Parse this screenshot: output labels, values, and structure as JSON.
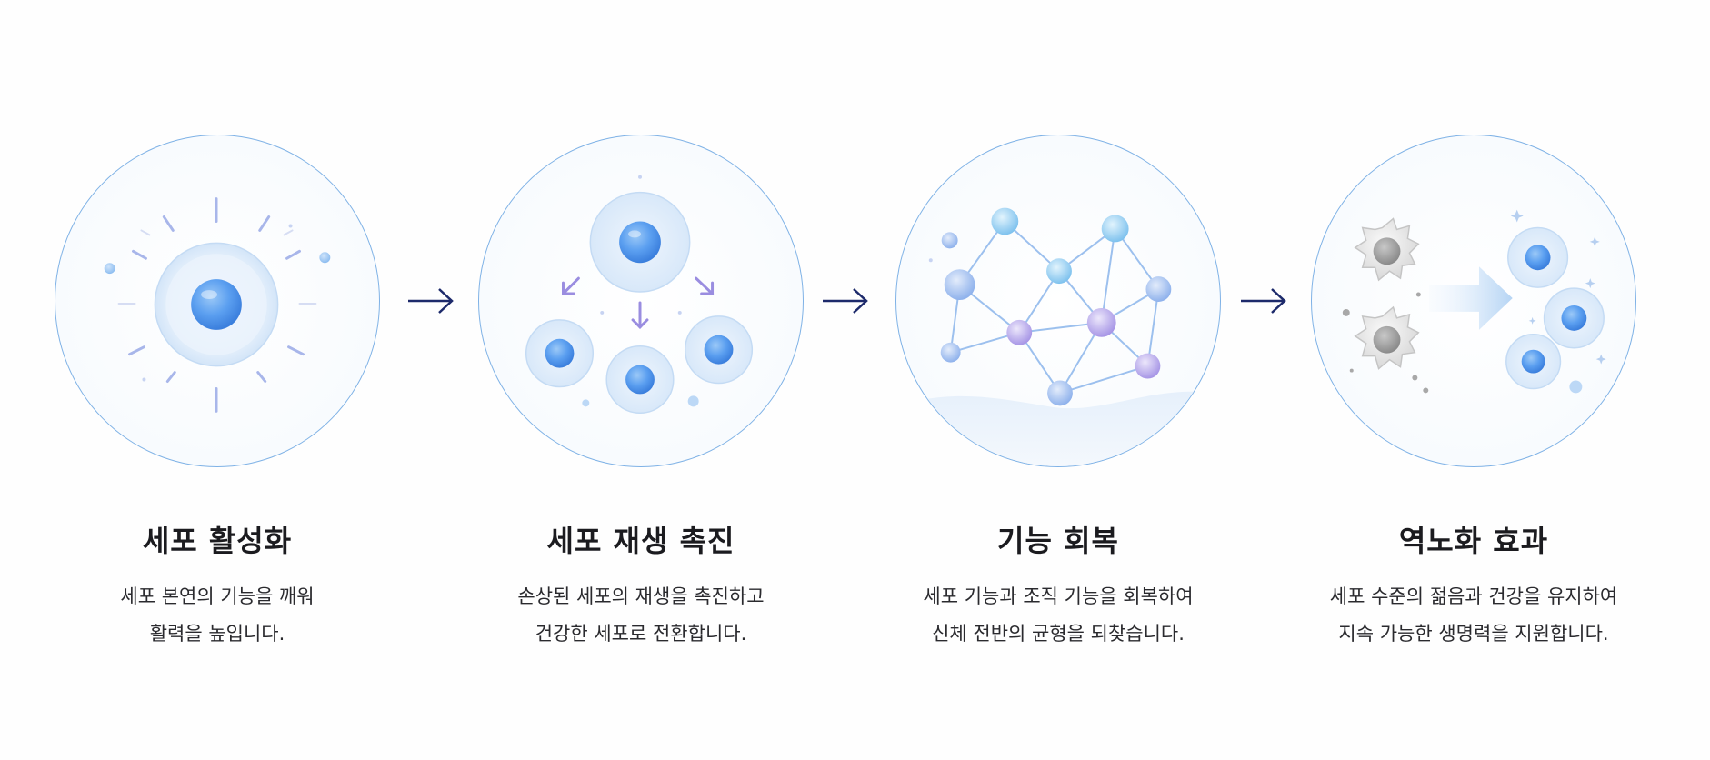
{
  "steps": [
    {
      "title": "세포 활성화",
      "desc_line1": "세포 본연의 기능을 깨워",
      "desc_line2": "활력을 높입니다."
    },
    {
      "title": "세포 재생 촉진",
      "desc_line1": "손상된 세포의 재생을 촉진하고",
      "desc_line2": "건강한 세포로 전환합니다."
    },
    {
      "title": "기능 회복",
      "desc_line1": "세포 기능과 조직 기능을 회복하여",
      "desc_line2": "신체 전반의 균형을 되찾습니다."
    },
    {
      "title": "역노화 효과",
      "desc_line1": "세포 수준의 젊음과 건강을 유지하여",
      "desc_line2": "지속 가능한 생명력을 지원합니다."
    }
  ],
  "icons": [
    "radiant-cell-icon",
    "dividing-cells-icon",
    "cell-network-icon",
    "rejuvenation-icon"
  ],
  "colors": {
    "circle_border": "#7fb2e6",
    "cell_blue": "#4d8fe6",
    "cell_glow": "#dcebfb",
    "network_node": "#8fc9f2",
    "network_purple": "#a99be8",
    "arrow_navy": "#1d2a6b",
    "old_cell_gray": "#9a9a9a",
    "text_dark": "#1b1b1f"
  }
}
